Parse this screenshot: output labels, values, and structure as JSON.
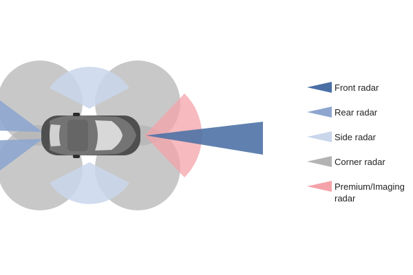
{
  "colors": {
    "front": "#4a6fa5",
    "rear": "#8ea6cf",
    "side": "#c9d6eb",
    "corner": "#b3b3b3",
    "imaging": "#f4a3aa"
  },
  "legend": {
    "items": [
      {
        "label": "Front radar",
        "icon": "front-radar-wedge-icon",
        "color_key": "front"
      },
      {
        "label": "Rear radar",
        "icon": "rear-radar-wedge-icon",
        "color_key": "rear"
      },
      {
        "label": "Side radar",
        "icon": "side-radar-wedge-icon",
        "color_key": "side"
      },
      {
        "label": "Corner radar",
        "icon": "corner-radar-wedge-icon",
        "color_key": "corner"
      },
      {
        "label": "Premium/Imaging radar",
        "icon": "imaging-radar-wedge-icon",
        "color_key": "imaging"
      }
    ]
  }
}
